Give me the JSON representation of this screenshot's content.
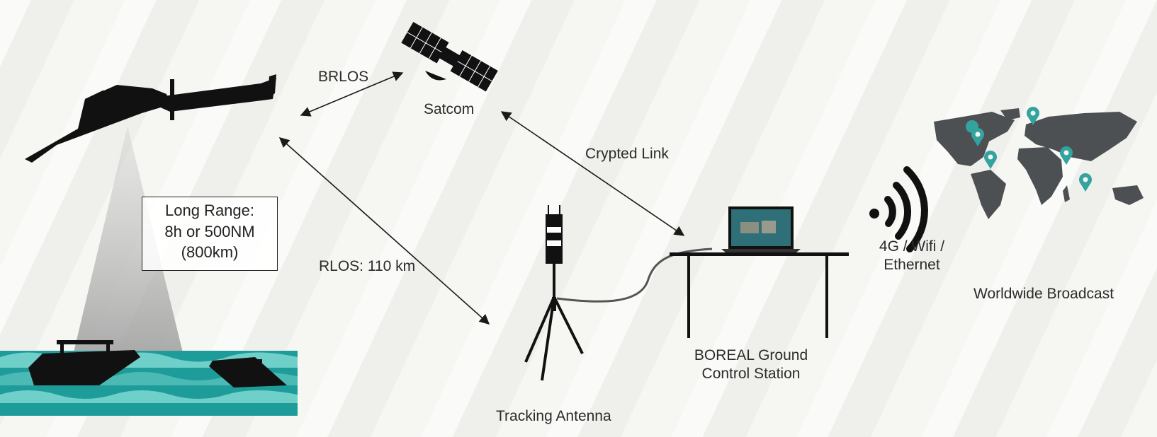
{
  "labels": {
    "brlos": "BRLOS",
    "satcom": "Satcom",
    "crypted_link": "Crypted Link",
    "rlos": "RLOS: 110 km",
    "tracking_antenna": "Tracking Antenna",
    "gcs_line1": "BOREAL Ground",
    "gcs_line2": "Control Station",
    "conn_line1": "4G / Wifi /",
    "conn_line2": "Ethernet",
    "worldwide": "Worldwide Broadcast"
  },
  "range_box": {
    "line1": "Long Range:",
    "line2": "8h or 500NM",
    "line3": "(800km)"
  },
  "colors": {
    "silhouette": "#111111",
    "sea_dark": "#1e9c9a",
    "sea_light": "#5fc9c3",
    "map": "#4d5052",
    "pin": "#33a3a0",
    "arrow": "#1a1a1a"
  }
}
